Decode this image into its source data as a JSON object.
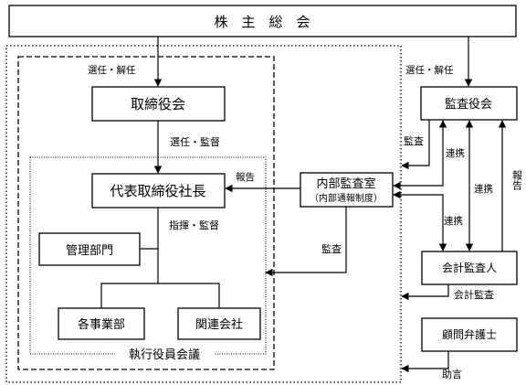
{
  "boxes": {
    "shareholders": "株　主　総　会",
    "board": "取締役会",
    "president": "代表取締役社長",
    "management": "管理部門",
    "business_units": "各事業部",
    "affiliates": "関連会社",
    "internal_audit": "内部監査室",
    "internal_audit_sub": "（内部通報制度）",
    "auditors_board": "監査役会",
    "accounting_auditor": "会計監査人",
    "legal_advisor": "顧問弁護士"
  },
  "labels": {
    "appoint_dismiss_left": "選任・解任",
    "appoint_dismiss_right": "選任・解任",
    "appoint_supervise": "選任・監督",
    "report_left": "報告",
    "command_supervise": "指揮・監督",
    "audit_from_internal": "監査",
    "audit_to_internal": "監査",
    "cooperation_1": "連携",
    "cooperation_2": "連携",
    "cooperation_3": "連携",
    "report_right": "報告",
    "accounting_audit": "会計監査",
    "advice": "助言",
    "executive_committee": "執行役員会議"
  }
}
